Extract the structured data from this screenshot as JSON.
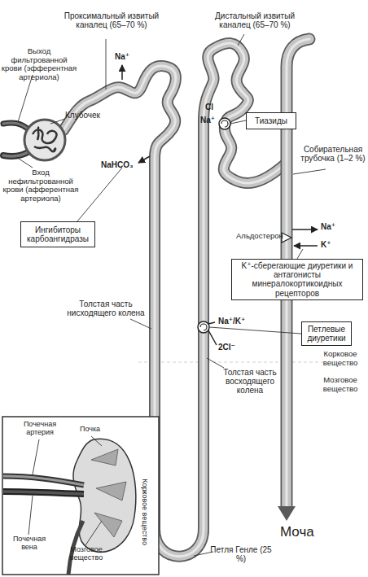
{
  "diagram": {
    "nodes": [
      {
        "text": [
          "Тиазиды"
        ]
      },
      {
        "text": [
          "Ингибиторы карбоангидразы"
        ]
      },
      {
        "text": [
          "K⁺-сберегающие диуретики и антагонисты минералокортикоидных рецепторов"
        ]
      },
      {
        "text": [
          "Петлевые диуретики"
        ]
      }
    ],
    "labels": [
      "Проксимальный извитый каналец (65–70 %)",
      "Дистальный извитый каналец (65–70 %)",
      "Выход фильтрованной крови (эфферентная артериола)",
      "Na⁺",
      "Клубочек",
      "Вход нефильтрованной крови (афферентная артериола)",
      "NaHCO₃",
      "Cl",
      "Na⁺",
      "Собирательная трубочка (1–2 %)",
      "Na⁺",
      "Альдостерон",
      "K⁺",
      "Толстая часть нисходящего колена",
      "Na⁺/K⁺",
      "2Cl⁻",
      "Корковое вещество",
      "Мозговое вещество",
      "Толстая часть восходящего колена",
      "Почечная артерия",
      "Почка",
      "Почечная вена",
      "Корковое вещество",
      "Мозговое вещество",
      "Моча",
      "Петля Генле (25 %)"
    ]
  }
}
